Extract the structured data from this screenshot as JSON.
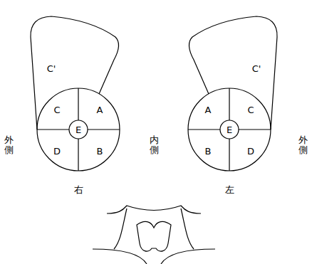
{
  "diagram": {
    "labels": [
      "C'",
      "C",
      "A",
      "A",
      "C",
      "C'",
      "外側",
      "D",
      "B",
      "E",
      "内側",
      "B",
      "D",
      "E",
      "外側",
      "右",
      "左"
    ]
  }
}
